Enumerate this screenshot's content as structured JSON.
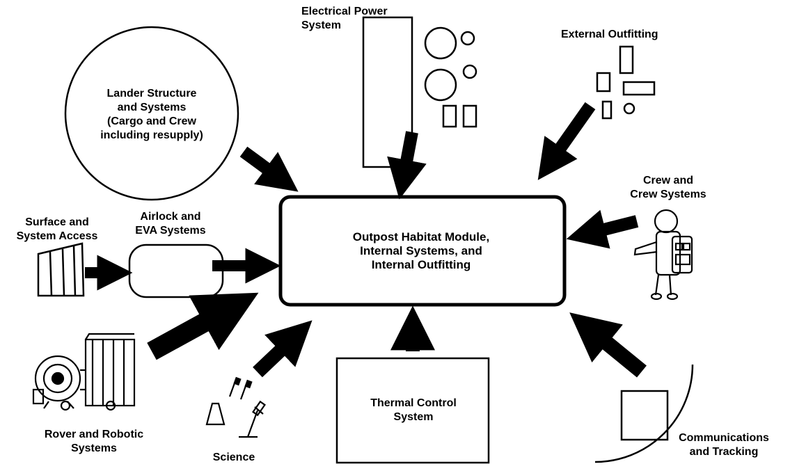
{
  "diagram": {
    "center": {
      "lines": [
        "Outpost Habitat Module,",
        "Internal Systems, and",
        "Internal Outfitting"
      ]
    },
    "lander": {
      "lines": [
        "Lander Structure",
        "and Systems",
        "(Cargo and Crew",
        "including resupply)"
      ]
    },
    "electrical_power": {
      "lines": [
        "Electrical Power",
        "System"
      ]
    },
    "external_outfitting": {
      "lines": [
        "External Outfitting"
      ]
    },
    "crew": {
      "lines": [
        "Crew and",
        "Crew Systems"
      ]
    },
    "surface_access": {
      "lines": [
        "Surface and",
        "System Access"
      ]
    },
    "airlock": {
      "lines": [
        "Airlock and",
        "EVA Systems"
      ]
    },
    "rover": {
      "lines": [
        "Rover and Robotic",
        "Systems"
      ]
    },
    "science": {
      "lines": [
        "Science"
      ]
    },
    "thermal": {
      "lines": [
        "Thermal Control",
        "System"
      ]
    },
    "communications": {
      "lines": [
        "Communications",
        "and Tracking"
      ]
    }
  }
}
